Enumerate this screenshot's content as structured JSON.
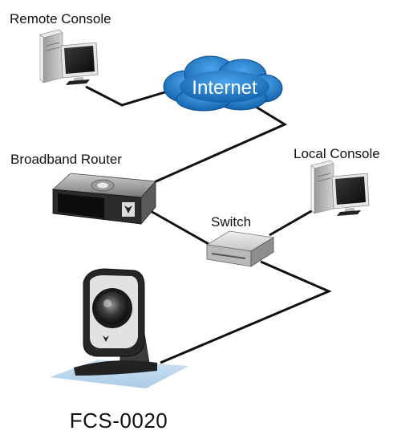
{
  "diagram": {
    "nodes": {
      "remote_console": {
        "label": "Remote Console",
        "icon": "desktop-computer-icon"
      },
      "internet": {
        "label": "Internet",
        "icon": "cloud-icon",
        "color": "#1f78c8"
      },
      "broadband_router": {
        "label": "Broadband Router",
        "icon": "router-icon"
      },
      "local_console": {
        "label": "Local Console",
        "icon": "desktop-computer-icon"
      },
      "switch": {
        "label": "Switch",
        "icon": "network-switch-icon"
      },
      "camera": {
        "label": "FCS-0020",
        "icon": "ip-camera-icon"
      }
    },
    "connections": [
      [
        "remote_console",
        "internet"
      ],
      [
        "internet",
        "broadband_router"
      ],
      [
        "broadband_router",
        "switch"
      ],
      [
        "local_console",
        "switch"
      ],
      [
        "switch",
        "camera"
      ]
    ]
  }
}
